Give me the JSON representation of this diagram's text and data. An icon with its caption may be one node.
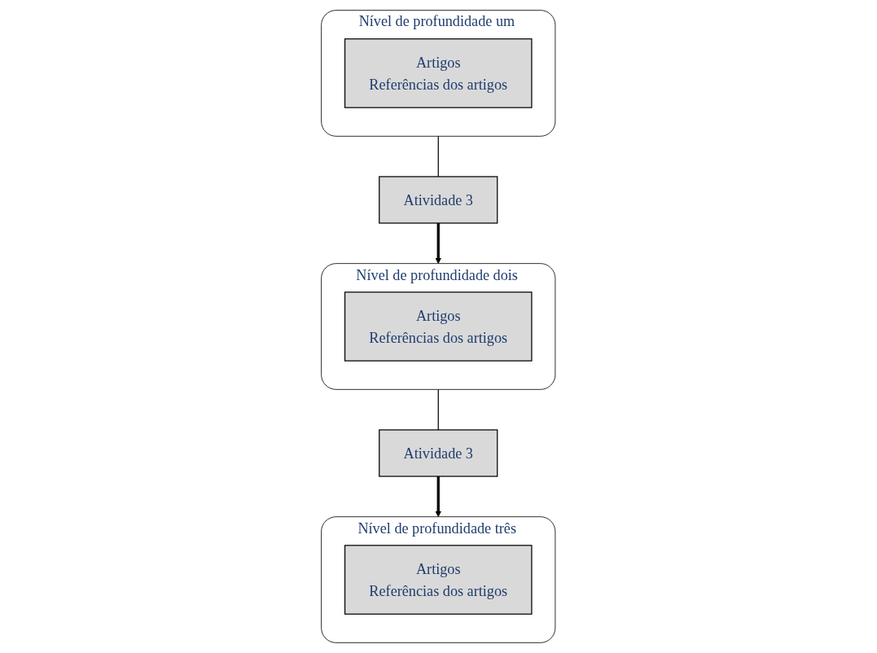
{
  "diagram": {
    "nodes": [
      {
        "text": [
          "Nível de profundidade um"
        ]
      },
      {
        "text": [
          "Artigos",
          "Referências dos artigos"
        ],
        "in": 0
      },
      {
        "text": [
          "Atividade 3"
        ]
      },
      {
        "text": [
          "Nível de profundidade dois"
        ]
      },
      {
        "text": [
          "Artigos",
          "Referências dos artigos"
        ],
        "in": 3
      },
      {
        "text": [
          "Atividade 3"
        ]
      },
      {
        "text": [
          "Nível de profundidade três"
        ]
      },
      {
        "text": [
          "Artigos",
          "Referências dos artigos"
        ],
        "in": 6
      }
    ],
    "edges": [
      {
        "from": 0,
        "to": 2,
        "arrow": "none"
      },
      {
        "from": 2,
        "to": 3,
        "arrow": "to",
        "style": "thick"
      },
      {
        "from": 3,
        "to": 5,
        "arrow": "none"
      },
      {
        "from": 5,
        "to": 6,
        "arrow": "to",
        "style": "thick"
      }
    ]
  }
}
